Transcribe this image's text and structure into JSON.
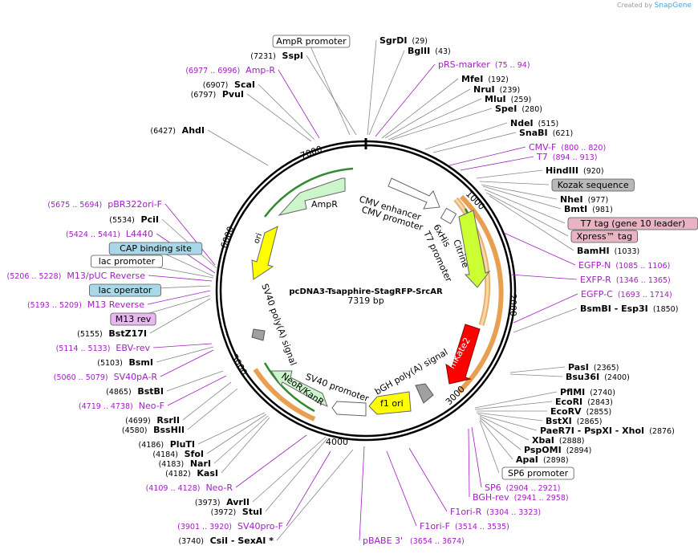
{
  "watermark": {
    "prefix": "Created by",
    "brand": "SnapGene"
  },
  "plasmid": {
    "name": "pcDNA3-Tsapphire-StagRFP-SrcAR",
    "length": "7319 bp"
  },
  "scale_ticks": [
    "1000",
    "2000",
    "3000",
    "4000",
    "5000",
    "6000",
    "7000"
  ],
  "annotations": [
    {
      "kind": "box",
      "text": "AmpR promoter"
    },
    {
      "kind": "enzyme",
      "name": "SgrDI",
      "pos": "(29)"
    },
    {
      "kind": "enzyme",
      "name": "BglII",
      "pos": "(43)"
    },
    {
      "kind": "primer",
      "name": "pRS-marker",
      "pos": "(75 .. 94)"
    },
    {
      "kind": "enzyme",
      "pos": "(7231)",
      "name": "SspI"
    },
    {
      "kind": "primer",
      "pos": "(6977 .. 6996)",
      "name": "Amp-R"
    },
    {
      "kind": "enzyme",
      "name": "MfeI",
      "pos": "(192)"
    },
    {
      "kind": "enzyme",
      "name": "NruI",
      "pos": "(239)"
    },
    {
      "kind": "enzyme",
      "name": "MluI",
      "pos": "(259)"
    },
    {
      "kind": "enzyme",
      "name": "SpeI",
      "pos": "(280)"
    },
    {
      "kind": "enzyme",
      "pos": "(6907)",
      "name": "ScaI"
    },
    {
      "kind": "enzyme",
      "pos": "(6797)",
      "name": "PvuI"
    },
    {
      "kind": "enzyme",
      "name": "NdeI",
      "pos": "(515)"
    },
    {
      "kind": "enzyme",
      "name": "SnaBI",
      "pos": "(621)"
    },
    {
      "kind": "enzyme",
      "pos": "(6427)",
      "name": "AhdI"
    },
    {
      "kind": "primer",
      "name": "CMV-F",
      "pos": "(800 .. 820)"
    },
    {
      "kind": "primer",
      "name": "T7",
      "pos": "(894 .. 913)"
    },
    {
      "kind": "enzyme",
      "name": "HindIII",
      "pos": "(920)"
    },
    {
      "kind": "box_gray",
      "text": "Kozak sequence"
    },
    {
      "kind": "enzyme",
      "name": "NheI",
      "pos": "(977)"
    },
    {
      "kind": "enzyme",
      "name": "BmtI",
      "pos": "(981)"
    },
    {
      "kind": "primer",
      "pos": "(5675 .. 5694)",
      "name": "pBR322ori-F"
    },
    {
      "kind": "enzyme",
      "pos": "(5534)",
      "name": "PciI"
    },
    {
      "kind": "box_pink",
      "text": "T7 tag (gene 10 leader)"
    },
    {
      "kind": "box_pink",
      "text": "Xpress™ tag"
    },
    {
      "kind": "primer",
      "pos": "(5424 .. 5441)",
      "name": "L4440"
    },
    {
      "kind": "box_blue",
      "text": "CAP binding site"
    },
    {
      "kind": "enzyme",
      "name": "BamHI",
      "pos": "(1033)"
    },
    {
      "kind": "box",
      "text": "lac promoter"
    },
    {
      "kind": "primer",
      "name": "EGFP-N",
      "pos": "(1085 .. 1106)"
    },
    {
      "kind": "primer",
      "pos": "(5206 .. 5228)",
      "name": "M13/pUC Reverse"
    },
    {
      "kind": "primer",
      "name": "EXFP-R",
      "pos": "(1346 .. 1365)"
    },
    {
      "kind": "box_blue",
      "text": "lac operator"
    },
    {
      "kind": "primer",
      "name": "EGFP-C",
      "pos": "(1693 .. 1714)"
    },
    {
      "kind": "primer",
      "pos": "(5193 .. 5209)",
      "name": "M13 Reverse"
    },
    {
      "kind": "enzyme",
      "name": "BsmBI  - Esp3I",
      "pos": "(1850)"
    },
    {
      "kind": "box_purple",
      "text": "M13 rev"
    },
    {
      "kind": "enzyme",
      "pos": "(5155)",
      "name": "BstZ17I"
    },
    {
      "kind": "primer",
      "pos": "(5114 .. 5133)",
      "name": "EBV-rev"
    },
    {
      "kind": "enzyme",
      "name": "PasI",
      "pos": "(2365)"
    },
    {
      "kind": "enzyme",
      "pos": "(5103)",
      "name": "BsmI"
    },
    {
      "kind": "enzyme",
      "name": "Bsu36I",
      "pos": "(2400)"
    },
    {
      "kind": "primer",
      "pos": "(5060 .. 5079)",
      "name": "SV40pA-R"
    },
    {
      "kind": "enzyme",
      "pos": "(4865)",
      "name": "BstBI"
    },
    {
      "kind": "enzyme",
      "name": "PflMI",
      "pos": "(2740)"
    },
    {
      "kind": "enzyme",
      "name": "EcoRI",
      "pos": "(2843)"
    },
    {
      "kind": "primer",
      "pos": "(4719 .. 4738)",
      "name": "Neo-F"
    },
    {
      "kind": "enzyme",
      "name": "EcoRV",
      "pos": "(2855)"
    },
    {
      "kind": "enzyme",
      "pos": "(4699)",
      "name": "RsrII"
    },
    {
      "kind": "enzyme",
      "name": "BstXI",
      "pos": "(2865)"
    },
    {
      "kind": "enzyme",
      "pos": "(4580)",
      "name": "BssHII"
    },
    {
      "kind": "enzyme",
      "name": "PaeR7I  - PspXI  - XhoI",
      "pos": "(2876)"
    },
    {
      "kind": "enzyme",
      "name": "XbaI",
      "pos": "(2888)"
    },
    {
      "kind": "enzyme",
      "pos": "(4186)",
      "name": "PluTI"
    },
    {
      "kind": "enzyme",
      "name": "PspOMI",
      "pos": "(2894)"
    },
    {
      "kind": "enzyme",
      "pos": "(4184)",
      "name": "SfoI"
    },
    {
      "kind": "enzyme",
      "name": "ApaI",
      "pos": "(2898)"
    },
    {
      "kind": "enzyme",
      "pos": "(4183)",
      "name": "NarI"
    },
    {
      "kind": "box",
      "text": "SP6 promoter"
    },
    {
      "kind": "enzyme",
      "pos": "(4182)",
      "name": "KasI"
    },
    {
      "kind": "primer",
      "name": "SP6",
      "pos": "(2904 .. 2921)"
    },
    {
      "kind": "primer",
      "pos": "(4109 .. 4128)",
      "name": "Neo-R"
    },
    {
      "kind": "primer",
      "name": "BGH-rev",
      "pos": "(2941 .. 2958)"
    },
    {
      "kind": "enzyme",
      "pos": "(3973)",
      "name": "AvrII"
    },
    {
      "kind": "enzyme",
      "pos": "(3972)",
      "name": "StuI"
    },
    {
      "kind": "primer",
      "name": "F1ori-R",
      "pos": "(3304 .. 3323)"
    },
    {
      "kind": "primer",
      "pos": "(3901 .. 3920)",
      "name": "SV40pro-F"
    },
    {
      "kind": "primer",
      "name": "F1ori-F",
      "pos": "(3514 .. 3535)"
    },
    {
      "kind": "enzyme",
      "pos": "(3740)",
      "name": "CsiI  - SexAI *"
    },
    {
      "kind": "primer",
      "name": "pBABE 3'"
    },
    {
      "kind": "primer",
      "pos": "(3654 .. 3674)"
    }
  ],
  "features": [
    {
      "name": "CMV enhancer",
      "color": "#ffffff"
    },
    {
      "name": "CMV promoter",
      "color": "#ffffff"
    },
    {
      "name": "T7 promoter",
      "color": "#ffffff"
    },
    {
      "name": "6xHis",
      "color": "#ffffff"
    },
    {
      "name": "Citrine",
      "color": "#ccff33"
    },
    {
      "name": "mKate2",
      "color": "#ff0000"
    },
    {
      "name": "bGH poly(A) signal",
      "color": "#a0a0a0"
    },
    {
      "name": "f1 ori",
      "color": "#ffff00"
    },
    {
      "name": "SV40 promoter",
      "color": "#ffffff"
    },
    {
      "name": "NeoR/KanR",
      "color": "#ccf5cc"
    },
    {
      "name": "SV40 poly(A) signal",
      "color": "#a0a0a0"
    },
    {
      "name": "ori",
      "color": "#ffff00"
    },
    {
      "name": "AmpR",
      "color": "#ccf5cc"
    }
  ],
  "colors": {
    "primer": "#a020c0",
    "orf_orange": "#f0a030",
    "orf_green": "#2e8b2e"
  }
}
